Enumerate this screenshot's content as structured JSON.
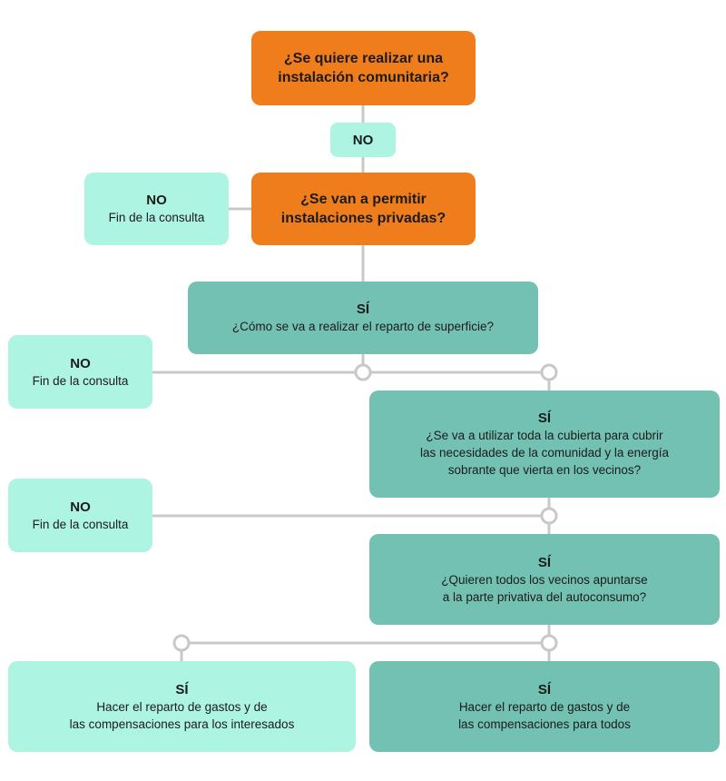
{
  "colors": {
    "orange": "#f07d1c",
    "teal": "#72c1b3",
    "mint": "#aef4e3",
    "line": "#c8c8c8"
  },
  "flow": {
    "q1": "¿Se quiere realizar una\ninstalación comunitaria?",
    "no_badge": "NO",
    "q2": "¿Se van a permitir\ninstalaciones privadas?",
    "end1": {
      "title": "NO",
      "text": "Fin de la consulta"
    },
    "step3": {
      "title": "SÍ",
      "text": "¿Cómo se va a realizar el reparto de superficie?"
    },
    "end2": {
      "title": "NO",
      "text": "Fin de la consulta"
    },
    "step4": {
      "title": "SÍ",
      "text": "¿Se va a utilizar toda la cubierta para cubrir\nlas necesidades de la comunidad y la energía\nsobrante que vierta en los vecinos?"
    },
    "end3": {
      "title": "NO",
      "text": "Fin de la consulta"
    },
    "step5": {
      "title": "SÍ",
      "text": "¿Quieren todos los vecinos apuntarse\na la parte privativa del autoconsumo?"
    },
    "result_interested": {
      "title": "SÍ",
      "text": "Hacer el reparto de gastos y de\nlas compensaciones para los interesados"
    },
    "result_all": {
      "title": "SÍ",
      "text": "Hacer el reparto de gastos y de\nlas compensaciones para todos"
    }
  }
}
